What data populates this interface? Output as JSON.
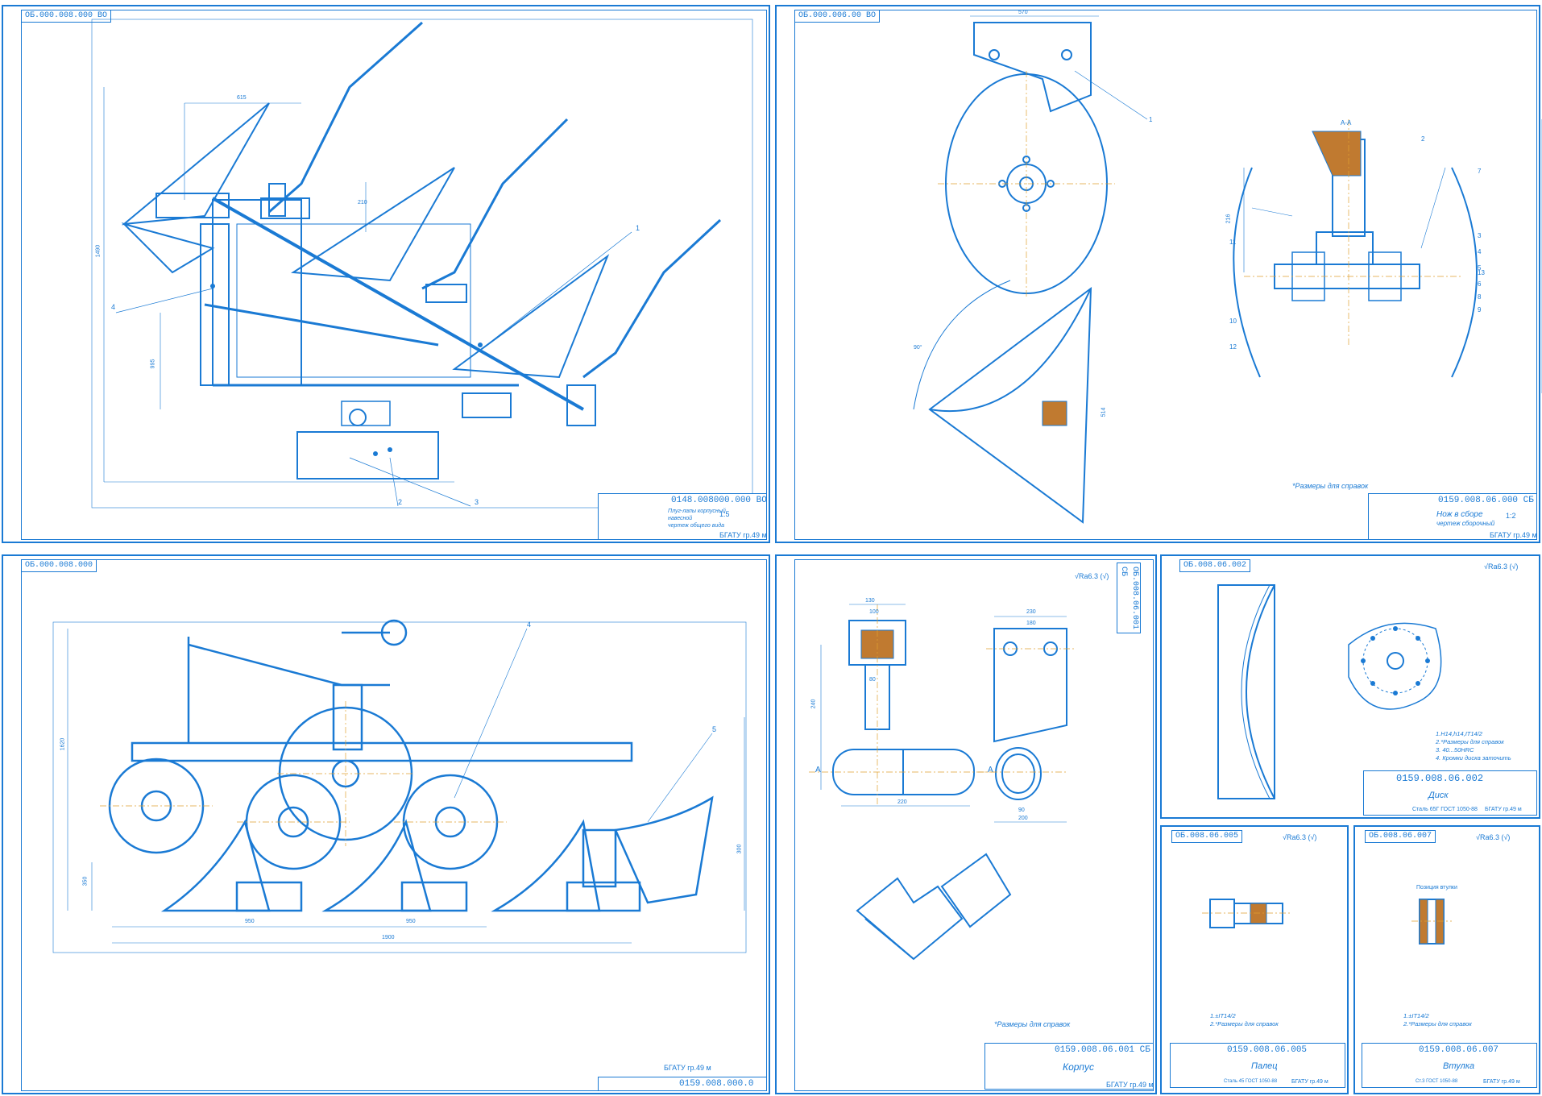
{
  "colors": {
    "line": "#1a7ad4",
    "axis": "#e0a030",
    "hatch": "#c07a30"
  },
  "sheet1": {
    "code": "0148.008000.000 ВО",
    "title_lines": [
      "Плуг-лапы корпусный",
      "навесной",
      "чертеж общего вида"
    ],
    "scale": "1:5",
    "org": "БГАТУ гр.49 м",
    "stamp": "ОБ.000.008.000 ВО",
    "labels": [
      "1",
      "2",
      "3",
      "4"
    ],
    "dims": [
      "615",
      "210",
      "1490",
      "995"
    ]
  },
  "sheet2": {
    "code": "0159.008.06.000 СБ",
    "title_lines": [
      "Нож в сборе",
      "чертеж сборочный"
    ],
    "scale": "1:2",
    "org": "БГАТУ гр.49 м",
    "stamp": "ОБ.000.006.00 ВО",
    "note": "*Размеры для справок",
    "labels": [
      "1",
      "2",
      "3",
      "4",
      "5",
      "6",
      "7",
      "8",
      "9",
      "10",
      "11",
      "12",
      "13"
    ],
    "dims": [
      "570",
      "216",
      "90°",
      "514",
      "А-А"
    ]
  },
  "sheet3": {
    "code": "0159.008.000.0",
    "org": "БГАТУ гр.49 м",
    "stamp": "ОБ.000.008.000",
    "labels": [
      "4",
      "5"
    ],
    "dims": [
      "950",
      "950",
      "1900",
      "350",
      "1620",
      "300"
    ]
  },
  "sheet4": {
    "code": "0159.008.06.001 СБ",
    "name": "Корпус",
    "roughness": "√Ra6.3 (√)",
    "note": "*Размеры для справок",
    "org": "БГАТУ гр.49 м",
    "stamp": "ОБ.008.06.001 СБ",
    "section": "А",
    "dims": [
      "130",
      "100",
      "80",
      "220",
      "230",
      "180",
      "90",
      "240",
      "200"
    ]
  },
  "sheet5": {
    "code": "0159.008.06.002",
    "name": "Диск",
    "material": "Сталь 65Г ГОСТ 1050-88",
    "roughness": "√Ra6.3 (√)",
    "notes": "1.Н14,h14,IT14/2\n2.*Размеры для справок\n3. 40...50HRC\n4. Кромки диска заточить",
    "org": "БГАТУ гр.49 м",
    "stamp": "ОБ.008.06.002"
  },
  "sheet6": {
    "code": "0159.008.06.005",
    "name": "Палец",
    "material": "Сталь 45 ГОСТ 1050-88",
    "roughness": "√Ra6.3 (√)",
    "notes": "1.±IT14/2\n2.*Размеры для справок",
    "org": "БГАТУ гр.49 м",
    "stamp": "ОБ.008.06.005"
  },
  "sheet7": {
    "code": "0159.008.06.007",
    "name": "Втулка",
    "material": "Ст.3 ГОСТ 1050-88",
    "roughness": "√Ra6.3 (√)",
    "notes": "1.±IT14/2\n2.*Размеры для справок",
    "org": "БГАТУ гр.49 м",
    "stamp": "ОБ.008.06.007",
    "label": "Позиция втулки"
  }
}
